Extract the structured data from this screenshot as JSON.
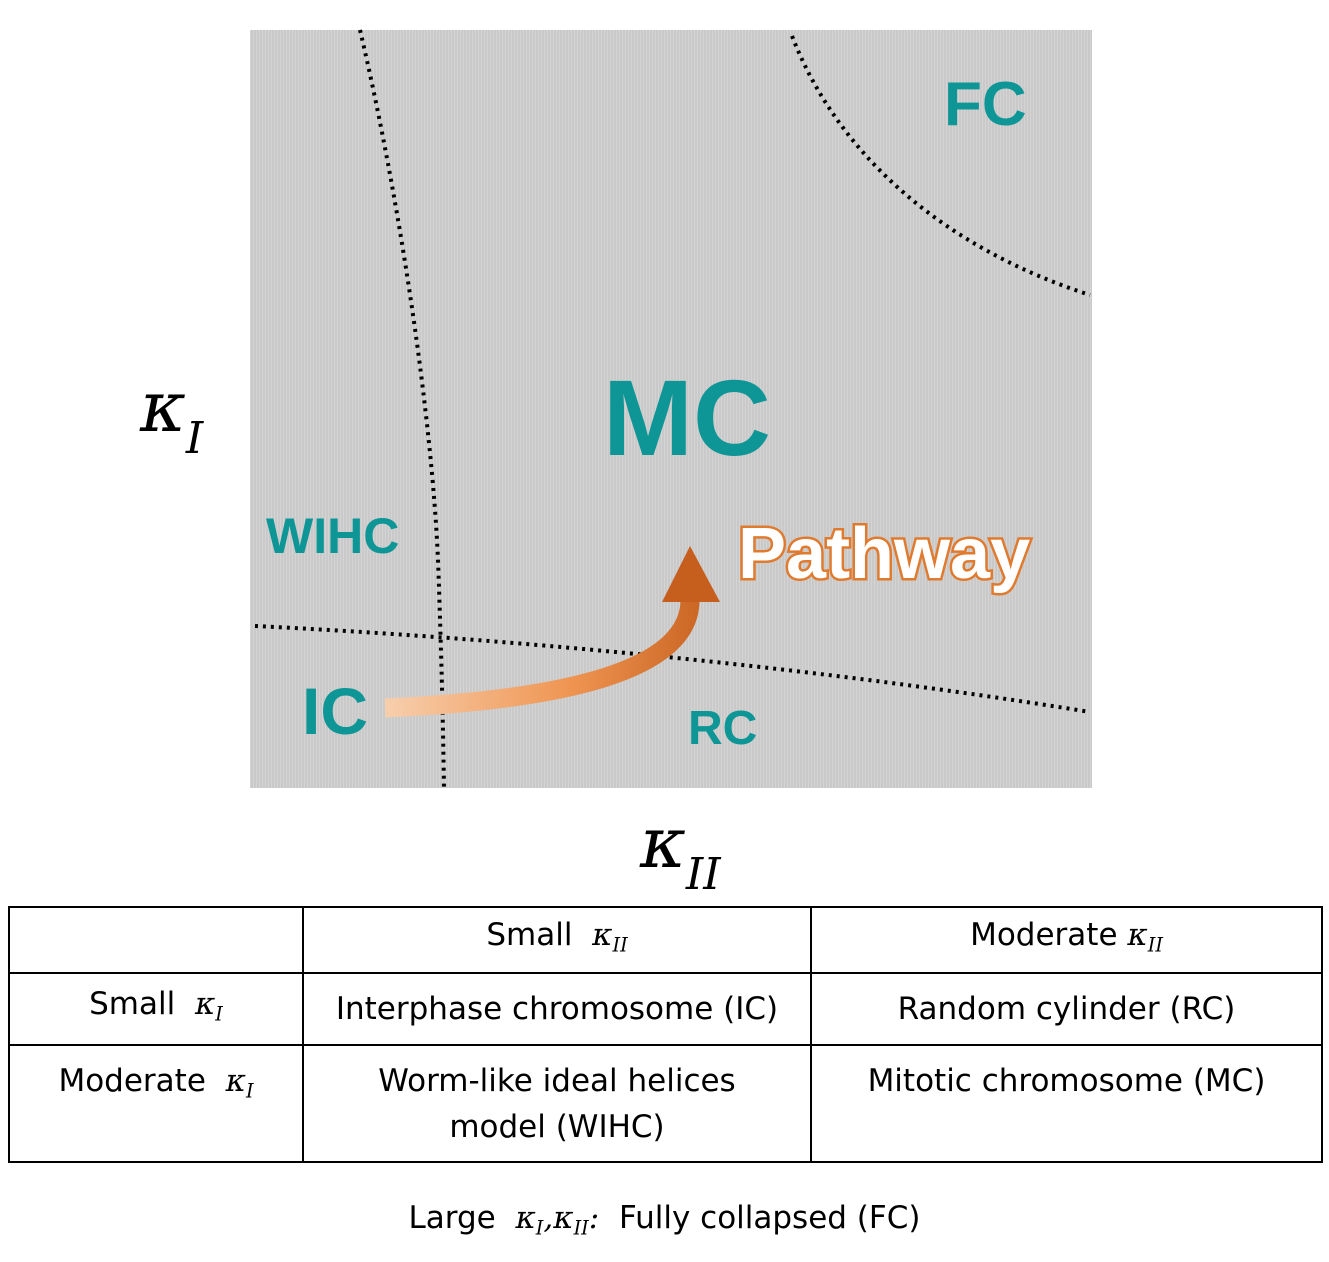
{
  "diagram": {
    "y_axis_symbol": "κ",
    "y_axis_subscript": "I",
    "x_axis_symbol": "κ",
    "x_axis_subscript": "II",
    "regions": {
      "fc": "FC",
      "mc": "MC",
      "wihc": "WIHC",
      "ic": "IC",
      "rc": "RC"
    },
    "pathway_label": "Pathway",
    "colors": {
      "panel_background": "#cfcfcf",
      "region_label": "#0e9596",
      "pathway": "#e07a2e",
      "boundary": "#000000"
    }
  },
  "table": {
    "header": {
      "col1_prefix": "Small",
      "col1_symbol": "κ",
      "col1_sub": "II",
      "col2_prefix": "Moderate",
      "col2_symbol": "κ",
      "col2_sub": "II"
    },
    "rows": [
      {
        "prefix": "Small",
        "symbol": "κ",
        "sub": "I",
        "cell1": "Interphase chromosome (IC)",
        "cell2": "Random cylinder (RC)"
      },
      {
        "prefix": "Moderate",
        "symbol": "κ",
        "sub": "I",
        "cell1_line1": "Worm-like ideal helices",
        "cell1_line2": "model (WIHC)",
        "cell2": "Mitotic chromosome (MC)"
      }
    ]
  },
  "footnote": {
    "prefix": "Large",
    "symbol1": "κ",
    "sub1": "I",
    "separator": ",",
    "symbol2": "κ",
    "sub2": "II",
    "colon": ":",
    "text": "Fully collapsed (FC)"
  }
}
